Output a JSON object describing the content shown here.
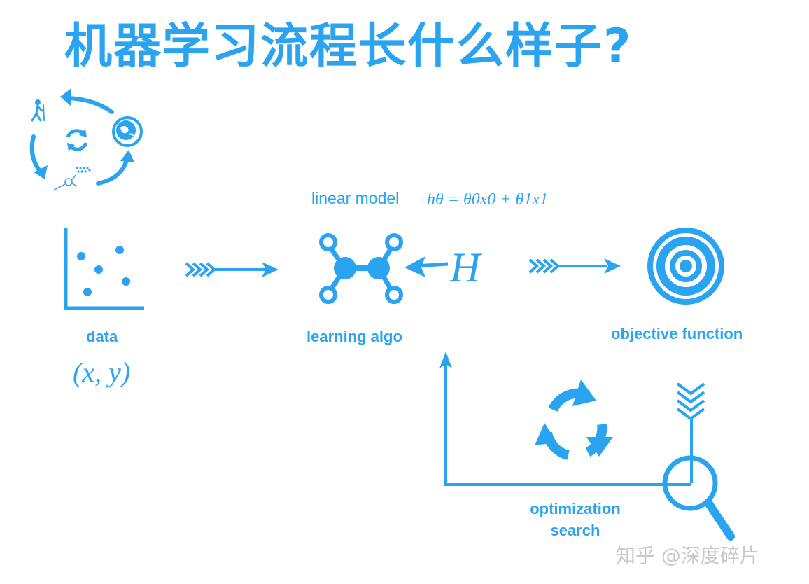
{
  "title": "机器学习流程长什么样子?",
  "labels": {
    "data": "data",
    "data_math": "(x, y)",
    "linear_model": "linear model",
    "formula": "hθ = θ0x0 + θ1x1",
    "hypothesis": "H",
    "learning_algo": "learning algo",
    "objective_function": "objective function",
    "optimization_line1": "optimization",
    "optimization_line2": "search"
  },
  "watermark": "知乎 @深度碎片",
  "colors": {
    "accent": "#2aa3f0",
    "watermark": "#c9c9c9"
  },
  "icons": [
    "hiker-icon",
    "refresh-icon",
    "globe-icon",
    "neuron-icon",
    "scatter-plot-icon",
    "arrow-icon",
    "network-icon",
    "target-icon",
    "cycle-icon",
    "magnifier-icon"
  ]
}
